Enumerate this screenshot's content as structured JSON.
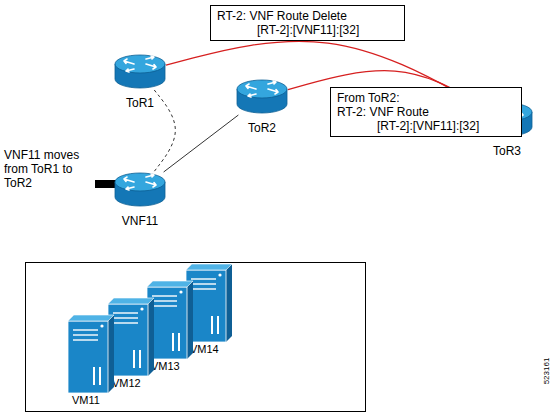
{
  "diagram": {
    "nodes": [
      {
        "text": [
          "ToR1"
        ]
      },
      {
        "text": [
          "RT-2: VNF Route Delete",
          "[RT-2]:[VNF11]:[32]"
        ]
      },
      {
        "text": [
          "ToR2"
        ]
      },
      {
        "text": [
          "From ToR2:",
          "RT-2: VNF Route",
          "[RT-2]:[VNF11]:[32]"
        ]
      },
      {
        "text": [
          "ToR3"
        ]
      },
      {
        "text": [
          "VNF11"
        ]
      },
      {
        "text": [
          "VM11"
        ]
      },
      {
        "text": [
          "VM12"
        ]
      },
      {
        "text": [
          "VM13"
        ]
      },
      {
        "text": [
          "VM14"
        ]
      }
    ],
    "edges": [
      {
        "from": 0,
        "to": 4,
        "arrow": "to"
      },
      {
        "from": 2,
        "to": 4,
        "arrow": "to"
      },
      {
        "from": 0,
        "to": 5,
        "arrow": "none"
      },
      {
        "from": 2,
        "to": 5,
        "arrow": "none"
      }
    ],
    "labels": [
      "VNF11 moves from ToR1 to ToR2",
      "523161"
    ]
  }
}
